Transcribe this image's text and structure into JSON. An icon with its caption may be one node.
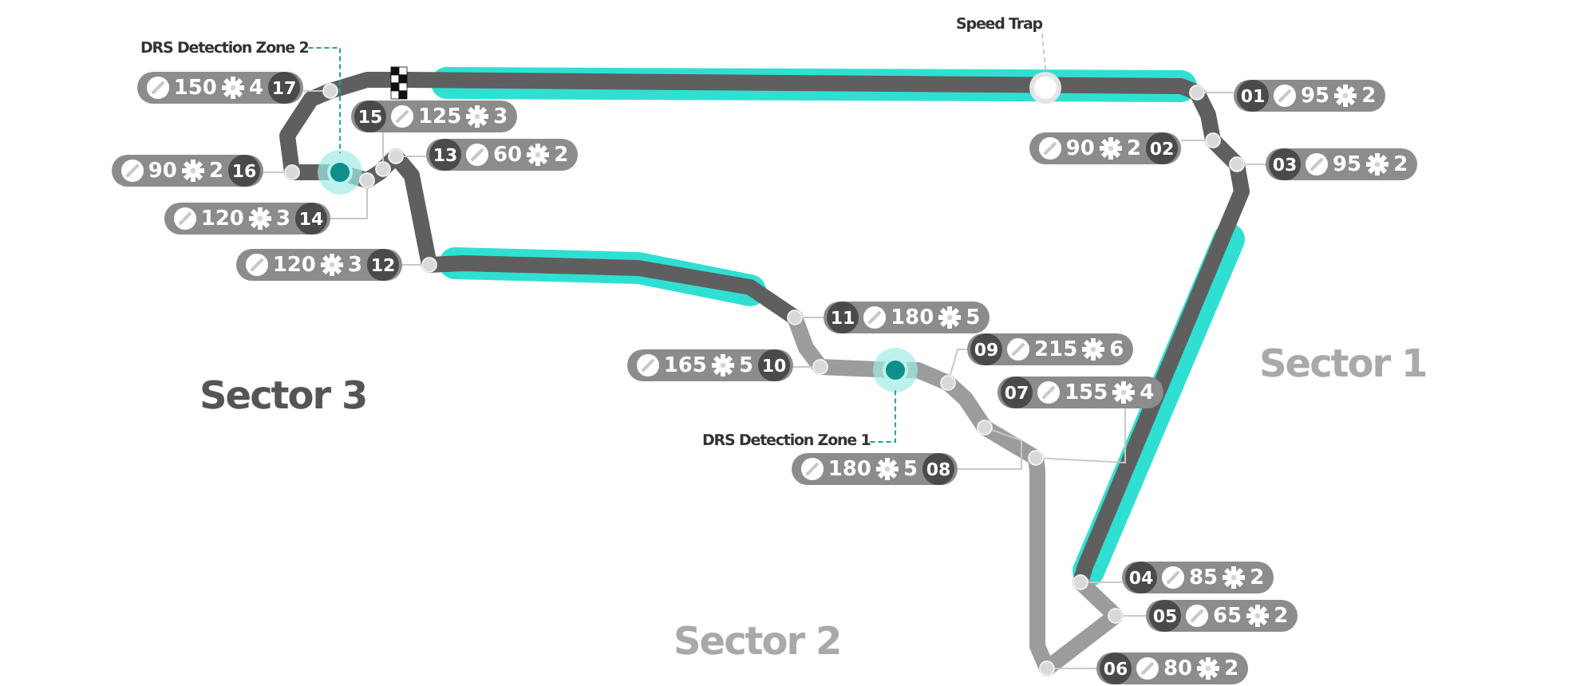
{
  "diagram": {
    "nodes": [
      {
        "text": [
          "DRS Detection Zone 2"
        ]
      },
      {
        "text": [
          "Speed Trap"
        ]
      },
      {
        "text": [
          "DRS Detection Zone 1"
        ]
      },
      {
        "text": [
          "01",
          "95",
          "2"
        ]
      },
      {
        "text": [
          "90",
          "2",
          "02"
        ]
      },
      {
        "text": [
          "03",
          "95",
          "2"
        ]
      },
      {
        "text": [
          "04",
          "85",
          "2"
        ]
      },
      {
        "text": [
          "05",
          "65",
          "2"
        ]
      },
      {
        "text": [
          "06",
          "80",
          "2"
        ]
      },
      {
        "text": [
          "07",
          "155",
          "4"
        ]
      },
      {
        "text": [
          "180",
          "5",
          "08"
        ]
      },
      {
        "text": [
          "09",
          "215",
          "6"
        ]
      },
      {
        "text": [
          "165",
          "5",
          "10"
        ]
      },
      {
        "text": [
          "11",
          "180",
          "5"
        ]
      },
      {
        "text": [
          "120",
          "3",
          "12"
        ]
      },
      {
        "text": [
          "13",
          "60",
          "2"
        ]
      },
      {
        "text": [
          "120",
          "3",
          "14"
        ]
      },
      {
        "text": [
          "15",
          "125",
          "3"
        ]
      },
      {
        "text": [
          "90",
          "2",
          "16"
        ]
      },
      {
        "text": [
          "150",
          "4",
          "17"
        ]
      },
      {
        "text": [],
        "shape": "circle"
      },
      {
        "text": [],
        "shape": "circle"
      },
      {
        "text": [],
        "shape": "circle"
      },
      {
        "text": [],
        "shape": "circle"
      },
      {
        "text": [],
        "shape": "circle"
      },
      {
        "text": [],
        "shape": "circle"
      },
      {
        "text": [],
        "shape": "circle"
      },
      {
        "text": [],
        "shape": "circle"
      },
      {
        "text": [],
        "shape": "circle"
      },
      {
        "text": [],
        "shape": "circle"
      },
      {
        "text": [],
        "shape": "circle"
      },
      {
        "text": [],
        "shape": "circle"
      },
      {
        "text": [],
        "shape": "circle"
      },
      {
        "text": [],
        "shape": "circle"
      },
      {
        "text": [],
        "shape": "circle"
      },
      {
        "text": [],
        "shape": "circle"
      },
      {
        "text": [],
        "shape": "circle"
      }
    ],
    "edges": [
      {
        "from": 0,
        "to": null,
        "arrow": "none",
        "style": "dashed",
        "color": "#1aa7a0"
      },
      {
        "from": 1,
        "to": null,
        "arrow": "none",
        "style": "dashed"
      },
      {
        "from": 2,
        "to": null,
        "arrow": "none",
        "style": "dashed",
        "color": "#1aa7a0"
      },
      {
        "from": 3,
        "to": 20,
        "arrow": "none"
      },
      {
        "from": 4,
        "to": 21,
        "arrow": "none"
      },
      {
        "from": 5,
        "to": 22,
        "arrow": "none"
      },
      {
        "from": 6,
        "to": 23,
        "arrow": "none"
      },
      {
        "from": 7,
        "to": 24,
        "arrow": "none"
      },
      {
        "from": 8,
        "to": 25,
        "arrow": "none"
      },
      {
        "from": 9,
        "to": 26,
        "arrow": "none"
      },
      {
        "from": 10,
        "to": 27,
        "arrow": "none"
      },
      {
        "from": 11,
        "to": 28,
        "arrow": "none"
      },
      {
        "from": 12,
        "to": 29,
        "arrow": "none"
      },
      {
        "from": 13,
        "to": 30,
        "arrow": "none"
      },
      {
        "from": 14,
        "to": 31,
        "arrow": "none"
      },
      {
        "from": 15,
        "to": 32,
        "arrow": "none"
      },
      {
        "from": 16,
        "to": 33,
        "arrow": "none"
      },
      {
        "from": 17,
        "to": 34,
        "arrow": "none"
      },
      {
        "from": 18,
        "to": 35,
        "arrow": "none"
      },
      {
        "from": 19,
        "to": 36,
        "arrow": "none"
      }
    ],
    "labels": [
      "Sector 3",
      "Sector 1",
      "Sector 2"
    ]
  }
}
